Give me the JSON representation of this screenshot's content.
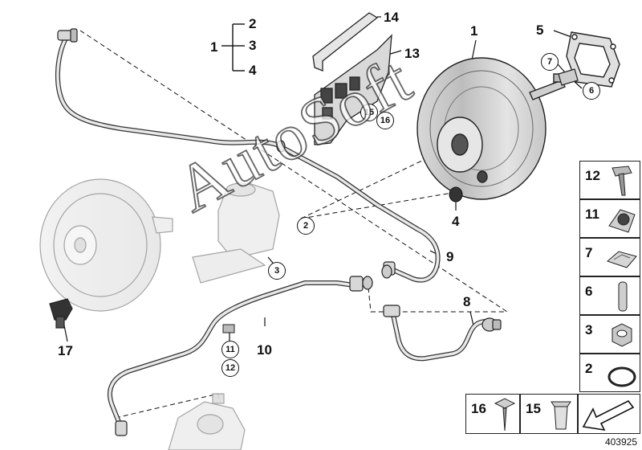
{
  "diagram_id": "403925",
  "watermark": "AutoSoft",
  "group_bracket": {
    "parent": "1",
    "children": [
      "2",
      "3",
      "4"
    ]
  },
  "callouts": [
    {
      "id": "c1",
      "label": "1"
    },
    {
      "id": "c4",
      "label": "4"
    },
    {
      "id": "c5",
      "label": "5"
    },
    {
      "id": "c8",
      "label": "8"
    },
    {
      "id": "c9",
      "label": "9"
    },
    {
      "id": "c10",
      "label": "10"
    },
    {
      "id": "c13",
      "label": "13"
    },
    {
      "id": "c14",
      "label": "14"
    },
    {
      "id": "c17",
      "label": "17"
    }
  ],
  "circled_callouts": [
    {
      "id": "cc7",
      "label": "7"
    },
    {
      "id": "cc6",
      "label": "6"
    },
    {
      "id": "cc15",
      "label": "15"
    },
    {
      "id": "cc16",
      "label": "16"
    },
    {
      "id": "cc2",
      "label": "2"
    },
    {
      "id": "cc3",
      "label": "3"
    },
    {
      "id": "cc11",
      "label": "11"
    },
    {
      "id": "cc12",
      "label": "12"
    }
  ],
  "legend_right": [
    "12",
    "11",
    "7",
    "6",
    "3",
    "2"
  ],
  "legend_bottom": [
    "16",
    "15"
  ]
}
